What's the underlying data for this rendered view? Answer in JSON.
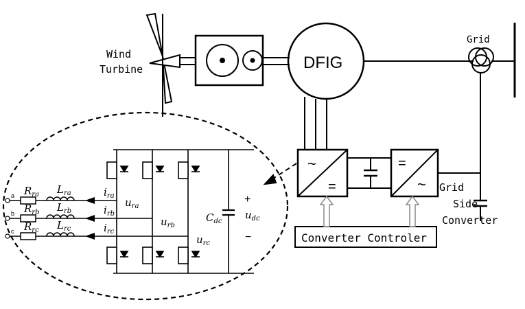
{
  "labels": {
    "wind_turbine_line1": "Wind",
    "wind_turbine_line2": "Turbine",
    "dfig": "DFIG",
    "grid": "Grid",
    "grid_side_line1": "Grid",
    "grid_side_line2": "Side",
    "grid_side_line3": "Converter",
    "controller": "Converter Controler",
    "node_a": "a",
    "node_b": "b",
    "node_c": "c"
  },
  "symbols": {
    "r_a": "R",
    "r_a_sub": "ra",
    "r_b": "R",
    "r_b_sub": "rb",
    "r_c": "R",
    "r_c_sub": "rc",
    "l_a": "L",
    "l_a_sub": "ra",
    "l_b": "L",
    "l_b_sub": "rb",
    "l_c": "L",
    "l_c_sub": "rc",
    "i_a": "i",
    "i_a_sub": "ra",
    "i_b": "i",
    "i_b_sub": "rb",
    "i_c": "i",
    "i_c_sub": "rc",
    "u_a": "u",
    "u_a_sub": "ra",
    "u_b": "u",
    "u_b_sub": "rb",
    "u_c": "u",
    "u_c_sub": "rc",
    "c_dc": "C",
    "c_dc_sub": "dc",
    "u_dc": "u",
    "u_dc_sub": "dc",
    "plus": "+",
    "minus": "−"
  }
}
